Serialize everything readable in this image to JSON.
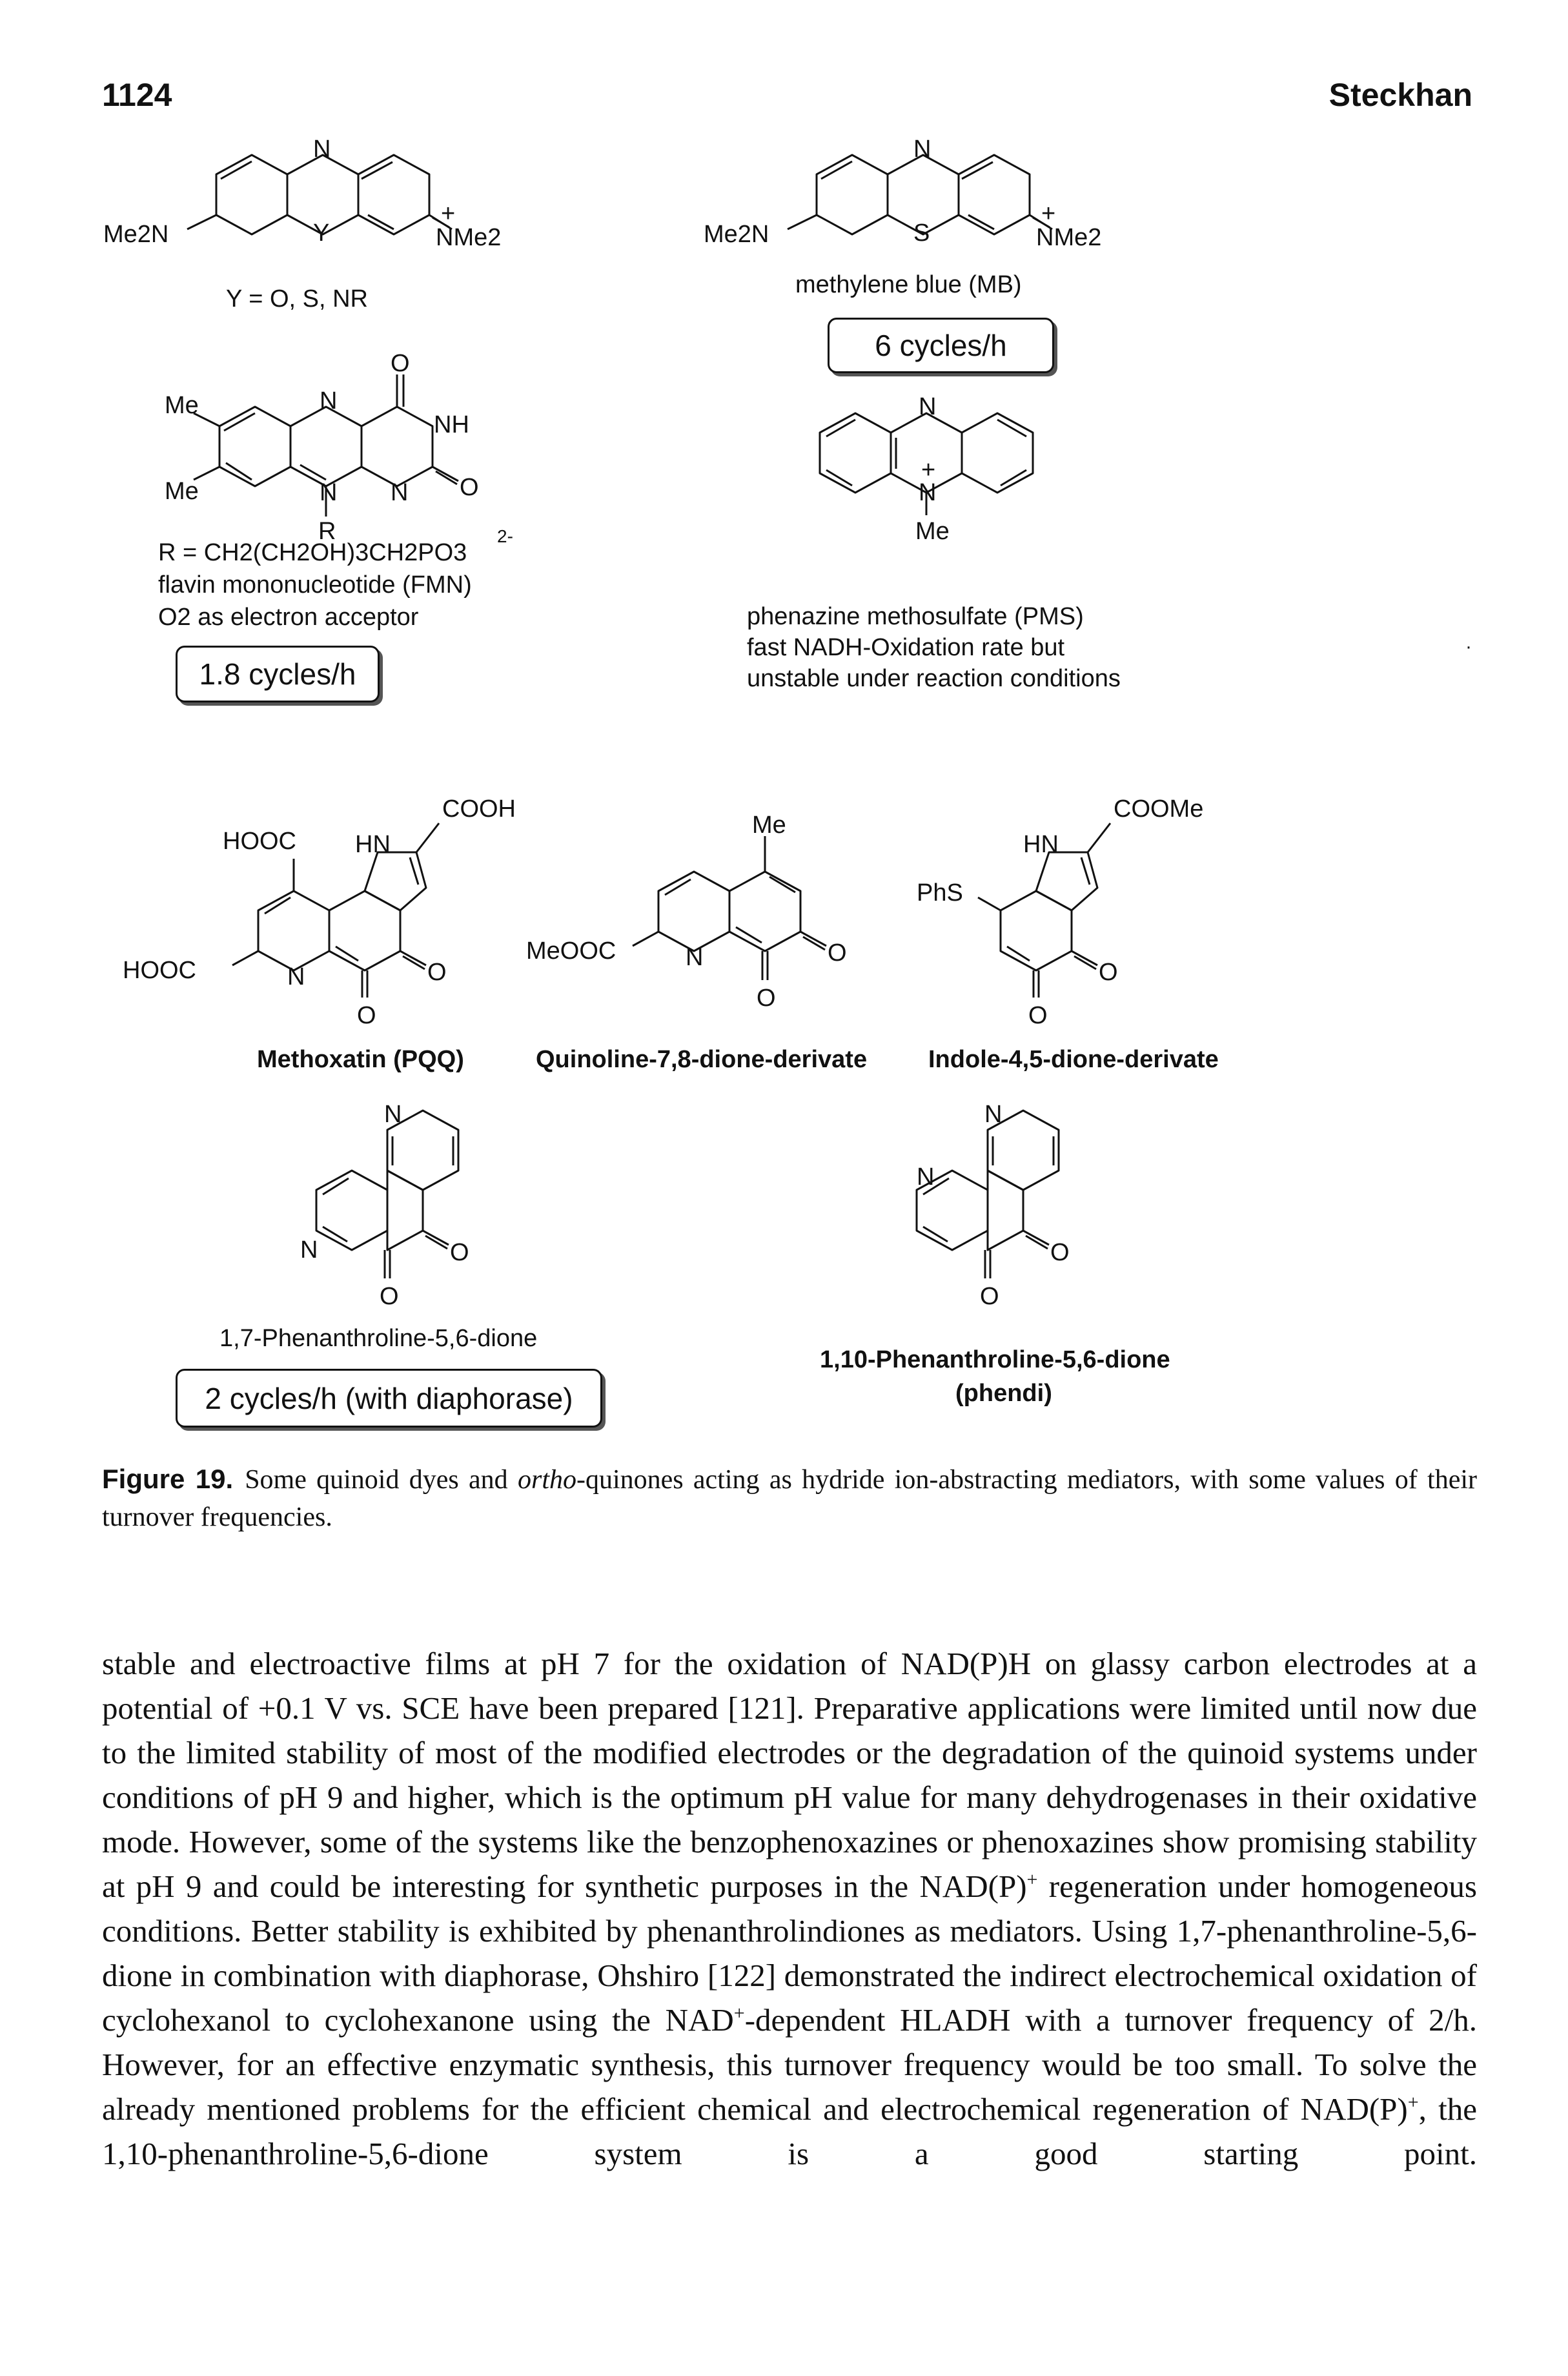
{
  "header": {
    "page_number": "1124",
    "running_head": "Steckhan"
  },
  "figure": {
    "oxazine": {
      "atoms": {
        "n_top": "N",
        "y": "Y",
        "left_amine": "Me2N",
        "right_amine": "NMe2",
        "plus": "+"
      },
      "substituent_line": "Y = O, S, NR"
    },
    "methylene_blue": {
      "atoms": {
        "n_top": "N",
        "s": "S",
        "left_amine": "Me2N",
        "right_amine": "NMe2",
        "plus": "+"
      },
      "name": "methylene blue (MB)",
      "rate_box": "6 cycles/h"
    },
    "fmn": {
      "atoms": {
        "me1": "Me",
        "me2": "Me",
        "n5": "N",
        "o_top": "O",
        "nh": "NH",
        "n10": "N",
        "n1": "N",
        "o_right": "O",
        "r": "R"
      },
      "r_definition": "R = CH2(CH2OH)3CH2PO3",
      "charge": "2-",
      "name": "flavin mononucleotide (FMN)",
      "acceptor": "O2 as electron acceptor",
      "rate_box": "1.8 cycles/h"
    },
    "pms": {
      "atoms": {
        "n_top": "N",
        "n_bottom": "N",
        "plus": "+",
        "me": "Me"
      },
      "name": "phenazine methosulfate (PMS)",
      "note_1": "fast NADH-Oxidation rate but",
      "note_2": "unstable under reaction conditions"
    },
    "pqq": {
      "atoms": {
        "cooh": "COOH",
        "hooc_top": "HOOC",
        "hn": "HN",
        "hooc_left": "HOOC",
        "n": "N",
        "o_right": "O",
        "o_bottom": "O"
      },
      "name": "Methoxatin (PQQ)"
    },
    "quinoline": {
      "atoms": {
        "me": "Me",
        "meooc": "MeOOC",
        "n": "N",
        "o_right": "O",
        "o_bottom": "O"
      },
      "name": "Quinoline-7,8-dione-derivate"
    },
    "indole": {
      "atoms": {
        "coome": "COOMe",
        "hn": "HN",
        "phs": "PhS",
        "o_right": "O",
        "o_bottom": "O"
      },
      "name": "Indole-4,5-dione-derivate"
    },
    "phen17": {
      "atoms": {
        "n_top": "N",
        "n_left": "N",
        "o_right": "O",
        "o_bottom": "O"
      },
      "name": "1,7-Phenanthroline-5,6-dione",
      "rate_box": "2 cycles/h (with diaphorase)"
    },
    "phen110": {
      "atoms": {
        "n_top": "N",
        "n_left": "N",
        "o_right": "O",
        "o_bottom": "O"
      },
      "name": "1,10-Phenanthroline-5,6-dione",
      "abbrev": "(phendi)"
    }
  },
  "caption": {
    "label": "Figure 19.",
    "text_before": "Some quinoid dyes and ",
    "italic": "ortho",
    "text_after": "-quinones acting as hydride ion-abstracting mediators, with some values of their turnover frequencies."
  },
  "body": {
    "segment_1": "stable and electroactive films at pH 7 for the oxidation of NAD(P)H on glassy carbon electrodes at a potential of +0.1 V vs. SCE have been prepared [121]. Preparative applications were limited until now due to the limited stability of most of the modified electrodes or the degradation of the quinoid systems under conditions of pH 9 and higher, which is the optimum pH value for many dehydrogenases in their oxidative mode. However, some of the systems like the benzophenoxazines or phenoxazines show promising stability at pH 9 and could be interesting for synthetic purposes in the NAD(P)",
    "sup_1": "+",
    "segment_2": " regeneration under homogeneous conditions. Better stability is exhibited by phenanthrolindiones as mediators. Using 1,7-phenanthroline-5,6-dione in combination with diaphorase, Ohshiro [122] demonstrated the indirect electrochemical oxidation of cyclohexanol to cyclohexanone using the NAD",
    "sup_2": "+",
    "segment_3": "-dependent HLADH with a turnover frequency of 2/h. However, for an effective enzymatic synthesis, this turnover frequency would be too small. To solve the already mentioned problems for the efficient chemical and electrochemical regeneration of NAD(P)",
    "sup_3": "+",
    "segment_4": ", the 1,10-phenanthroline-5,6-dione system is a good starting point."
  }
}
